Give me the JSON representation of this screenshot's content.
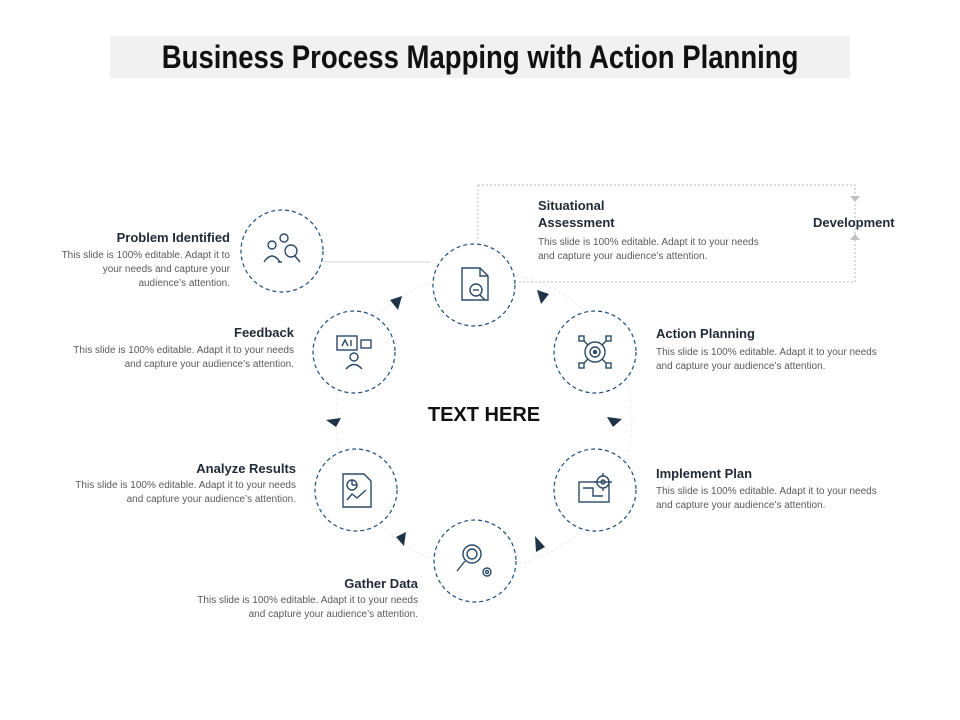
{
  "title": "Business Process Mapping with Action Planning",
  "center_label": "TEXT HERE",
  "colors": {
    "circle_stroke": "#1f4e79",
    "arrow": "#1f3347",
    "icon": "#2b4a66",
    "heading": "#1f2a36",
    "body": "#5a5a5a"
  },
  "steps": [
    {
      "heading": "Situational Assessment",
      "heading_line1": "Situational",
      "heading_line2": "Assessment",
      "body_line1": "This slide is 100% editable.  Adapt it to your needs",
      "body_line2": "and capture your audience’s attention.",
      "icon": "document-search-icon"
    },
    {
      "heading": "Action Planning",
      "body_line1": "This slide is 100% editable.  Adapt it to your needs",
      "body_line2": "and capture your audience’s attention.",
      "icon": "target-network-icon"
    },
    {
      "heading": "Implement Plan",
      "body_line1": "This slide is 100% editable.  Adapt it to your needs",
      "body_line2": "and capture your audience’s attention.",
      "icon": "blueprint-gear-icon"
    },
    {
      "heading": "Gather Data",
      "body_line1": "This slide is 100% editable.  Adapt it to your needs",
      "body_line2": "and capture your audience’s attention.",
      "icon": "magnifier-gear-icon"
    },
    {
      "heading": "Analyze Results",
      "body_line1": "This slide is 100% editable.  Adapt it to your needs",
      "body_line2": "and capture your audience’s attention.",
      "icon": "report-chart-icon"
    },
    {
      "heading": "Feedback",
      "body_line1": "This slide is 100% editable.  Adapt it to your needs",
      "body_line2": "and capture your audience’s attention.",
      "icon": "feedback-presentation-icon"
    },
    {
      "heading": "Problem Identified",
      "body_line1": "This slide is 100% editable.  Adapt it to",
      "body_line2": "your needs and capture your",
      "body_line3": "audience’s attention.",
      "icon": "team-search-icon"
    }
  ],
  "development_label": "Development"
}
